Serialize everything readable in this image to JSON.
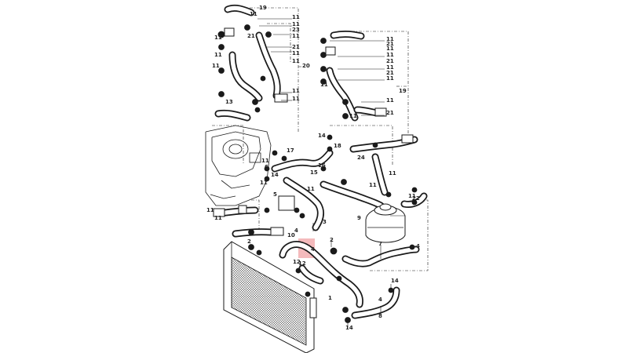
{
  "diagram": {
    "callouts": [
      "1",
      "2",
      "3",
      "4",
      "5",
      "6",
      "7",
      "8",
      "9",
      "10",
      "11",
      "12",
      "13",
      "14",
      "15",
      "16",
      "17",
      "18",
      "19",
      "20",
      "21",
      "22",
      "23",
      "24"
    ],
    "label_occurrences": [
      "11",
      "19",
      "11",
      "11",
      "23",
      "11",
      "21",
      "11",
      "11",
      "11",
      "20",
      "11",
      "11",
      "13",
      "11",
      "11",
      "21",
      "11",
      "21",
      "11",
      "11",
      "21",
      "11",
      "21",
      "11",
      "19",
      "11",
      "21",
      "14",
      "18",
      "17",
      "11",
      "6",
      "16",
      "15",
      "14",
      "11",
      "5",
      "11",
      "24",
      "11",
      "11",
      "22",
      "11",
      "9",
      "3",
      "4",
      "10",
      "4",
      "2",
      "2",
      "12",
      "4",
      "7",
      "1",
      "4",
      "14",
      "8",
      "14",
      "12",
      "11",
      "11",
      "11",
      "11"
    ]
  }
}
